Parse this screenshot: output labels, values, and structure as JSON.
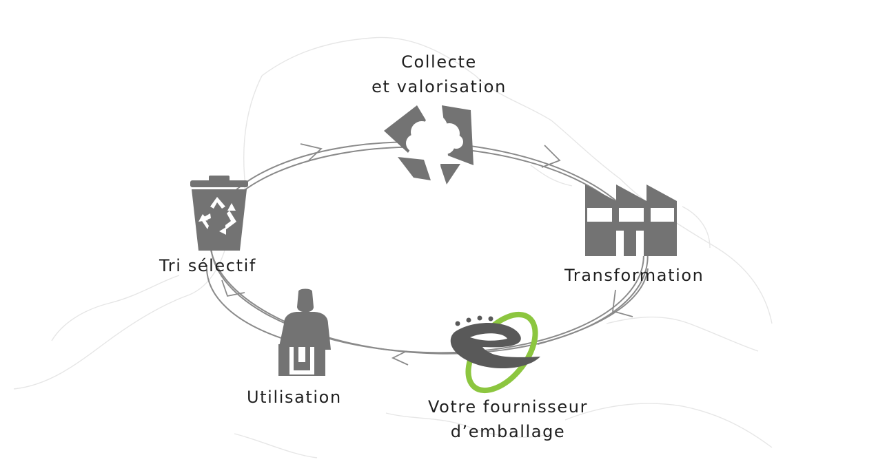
{
  "diagram": {
    "colors": {
      "icon": "#737373",
      "cycle": "#8a8a8a",
      "map": "#e6e6e6",
      "text": "#1f1f1f",
      "accent": "#8cc63f"
    },
    "steps": [
      {
        "id": "collecte",
        "lines": [
          "Collecte",
          "et valorisation"
        ],
        "icon": "tree-recycle-icon"
      },
      {
        "id": "transformation",
        "lines": [
          "Transformation"
        ],
        "icon": "factory-icon"
      },
      {
        "id": "fournisseur",
        "lines": [
          "Votre fournisseur",
          "d’emballage"
        ],
        "icon": "supplier-logo-icon"
      },
      {
        "id": "utilisation",
        "lines": [
          "Utilisation"
        ],
        "icon": "person-box-icon"
      },
      {
        "id": "tri",
        "lines": [
          "Tri sélectif"
        ],
        "icon": "recycle-bin-icon"
      }
    ]
  }
}
